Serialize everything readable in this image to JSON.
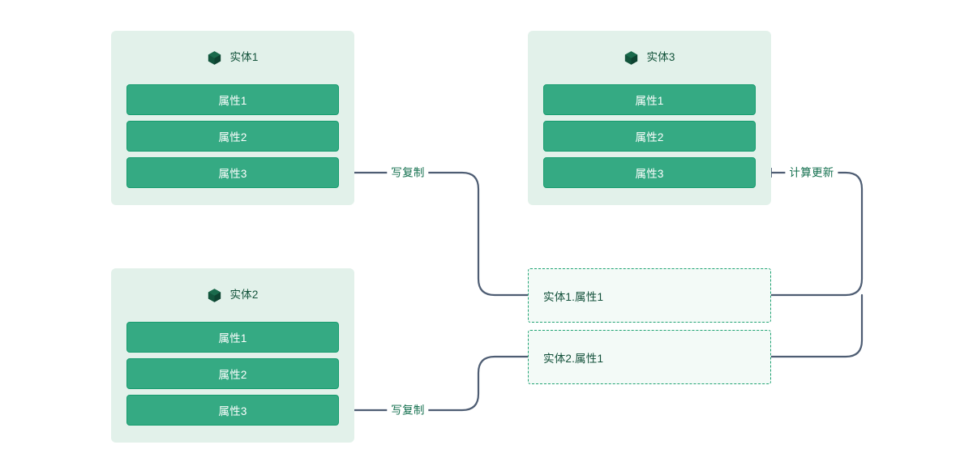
{
  "diagram": {
    "background_color": "#ffffff",
    "accent_green": "#35aa83",
    "card_fill": "#e2f1ea",
    "edge_color": "#4e5d73",
    "dashed_border": "#20a373",
    "entities": [
      {
        "id": "entity-1",
        "icon": "cube-icon",
        "title": "实体1",
        "attributes": [
          "属性1",
          "属性2",
          "属性3"
        ]
      },
      {
        "id": "entity-2",
        "icon": "cube-icon",
        "title": "实体2",
        "attributes": [
          "属性1",
          "属性2",
          "属性3"
        ]
      },
      {
        "id": "entity-3",
        "icon": "cube-icon",
        "title": "实体3",
        "attributes": [
          "属性1",
          "属性2",
          "属性3"
        ]
      }
    ],
    "derived_nodes": [
      {
        "id": "derived-1",
        "label": "实体1.属性1"
      },
      {
        "id": "derived-2",
        "label": "实体2.属性1"
      }
    ],
    "edge_labels": [
      {
        "id": "edge-label-cow-top",
        "text": "写复制"
      },
      {
        "id": "edge-label-cow-bottom",
        "text": "写复制"
      },
      {
        "id": "edge-label-compute-update",
        "text": "计算更新"
      }
    ]
  }
}
